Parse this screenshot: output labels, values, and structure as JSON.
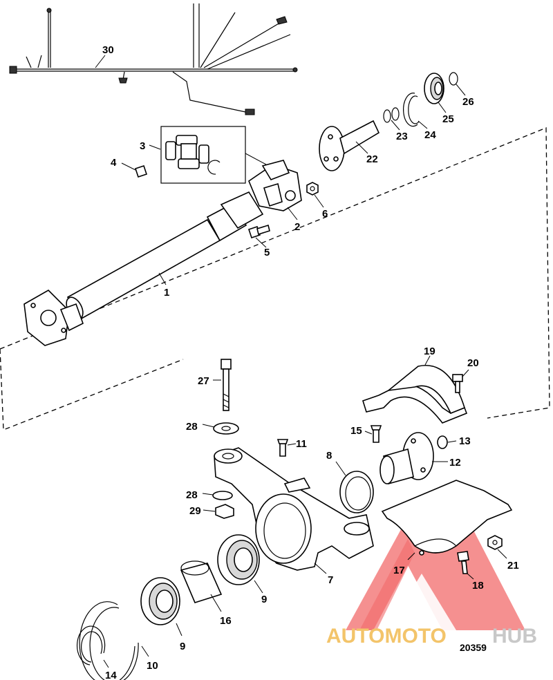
{
  "figure_number": "20359",
  "watermark": {
    "word1": "AUTOMOTO",
    "word2": "HUB",
    "color1": "#f3c46a",
    "color2": "#c8c8c8",
    "logo_color": "#f26b6b"
  },
  "callouts": {
    "c1": "1",
    "c2": "2",
    "c3": "3",
    "c4": "4",
    "c5": "5",
    "c6": "6",
    "c7": "7",
    "c8": "8",
    "c9a": "9",
    "c9b": "9",
    "c10": "10",
    "c11": "11",
    "c12": "12",
    "c13": "13",
    "c14": "14",
    "c15": "15",
    "c16": "16",
    "c17": "17",
    "c18": "18",
    "c19": "19",
    "c20": "20",
    "c21": "21",
    "c22": "22",
    "c23": "23",
    "c24": "24",
    "c25": "25",
    "c26": "26",
    "c27": "27",
    "c28a": "28",
    "c28b": "28",
    "c29": "29",
    "c30": "30"
  }
}
